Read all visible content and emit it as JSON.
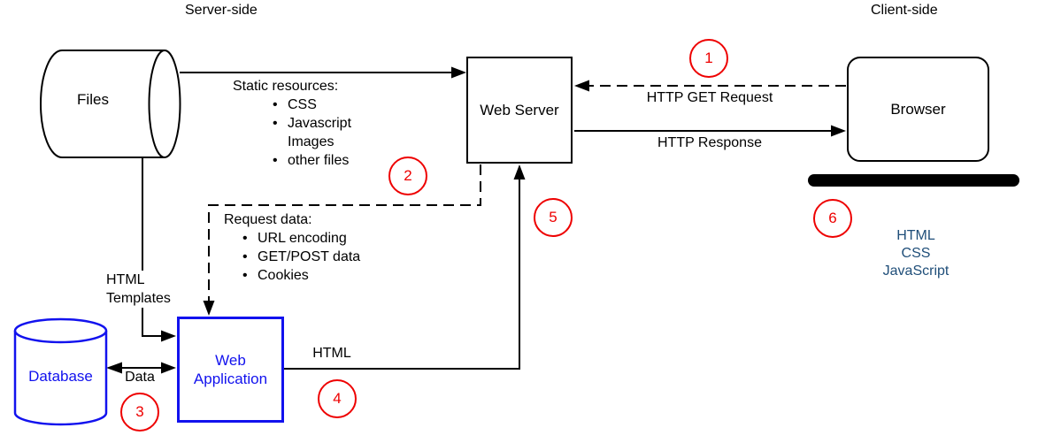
{
  "diagram": {
    "regions": {
      "server_side": "Server-side",
      "client_side": "Client-side"
    },
    "nodes": {
      "files": {
        "label": "Files"
      },
      "web_server": {
        "label": "Web Server"
      },
      "browser": {
        "label": "Browser"
      },
      "database": {
        "label": "Database"
      },
      "web_application": {
        "line1": "Web",
        "line2": "Application"
      }
    },
    "notes": {
      "static_resources": {
        "title": "Static resources:",
        "items": [
          "CSS",
          "Javascript",
          "Images",
          "other files"
        ]
      },
      "request_data": {
        "title": "Request data:",
        "items": [
          "URL encoding",
          "GET/POST data",
          "Cookies"
        ]
      },
      "client_stack": {
        "line1": "HTML",
        "line2": "CSS",
        "line3": "JavaScript"
      }
    },
    "edges": {
      "http_get_request": "HTTP GET Request",
      "http_response": "HTTP Response",
      "html_templates": {
        "line1": "HTML",
        "line2": "Templates"
      },
      "data": "Data",
      "html": "HTML"
    },
    "steps": {
      "s1": "1",
      "s2": "2",
      "s3": "3",
      "s4": "4",
      "s5": "5",
      "s6": "6"
    },
    "colors": {
      "node_blue": "#1212ee",
      "stack_blue": "#1f4e79",
      "step_red": "#ee0000",
      "line_black": "#000000"
    }
  }
}
